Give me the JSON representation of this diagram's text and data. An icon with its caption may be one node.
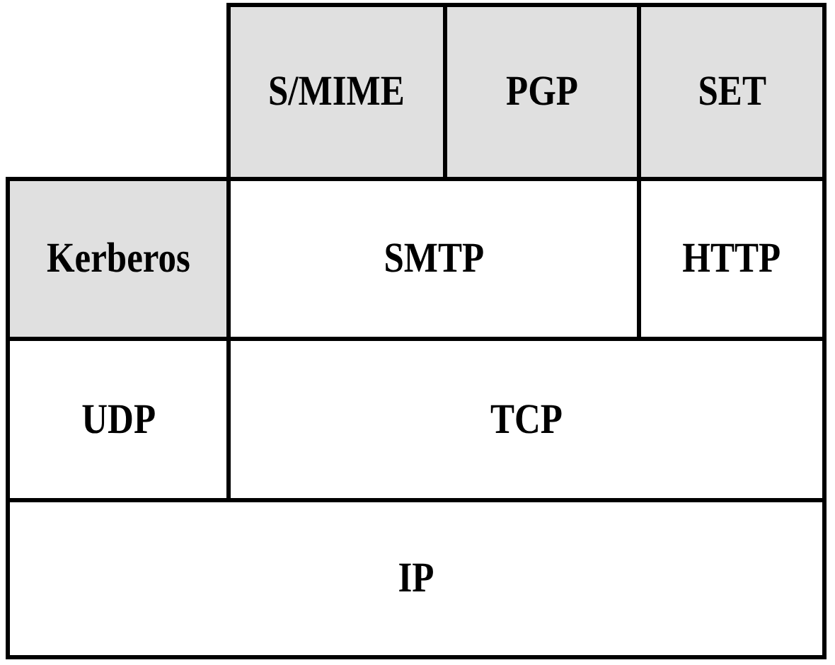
{
  "diagram": {
    "nodes": [
      {
        "text": [
          "S/MIME"
        ]
      },
      {
        "text": [
          "PGP"
        ]
      },
      {
        "text": [
          "SET"
        ]
      },
      {
        "text": [
          "Kerberos"
        ]
      },
      {
        "text": [
          "SMTP"
        ]
      },
      {
        "text": [
          "HTTP"
        ]
      },
      {
        "text": [
          "UDP"
        ]
      },
      {
        "text": [
          "TCP"
        ]
      },
      {
        "text": [
          "IP"
        ]
      }
    ]
  }
}
